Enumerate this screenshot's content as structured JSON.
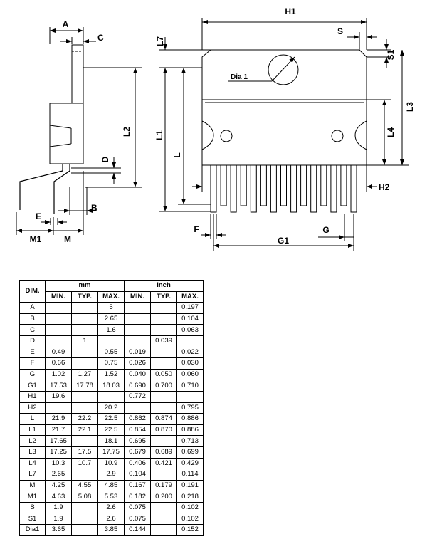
{
  "diagram": {
    "labels": {
      "A": "A",
      "C": "C",
      "L2": "L2",
      "D": "D",
      "E": "E",
      "B": "B",
      "M1": "M1",
      "M": "M",
      "L7": "L7",
      "H1": "H1",
      "S": "S",
      "S1": "S1",
      "Dia1": "Dia 1",
      "L1": "L1",
      "L": "L",
      "L3": "L3",
      "L4": "L4",
      "H2": "H2",
      "F": "F",
      "G1": "G1",
      "G": "G"
    }
  },
  "table": {
    "dim_header": "DIM.",
    "group_mm": "mm",
    "group_inch": "inch",
    "sub_headers": [
      "MIN.",
      "TYP.",
      "MAX.",
      "MIN.",
      "TYP.",
      "MAX."
    ],
    "rows": [
      [
        "A",
        "",
        "",
        "5",
        "",
        "",
        "0.197"
      ],
      [
        "B",
        "",
        "",
        "2.65",
        "",
        "",
        "0.104"
      ],
      [
        "C",
        "",
        "",
        "1.6",
        "",
        "",
        "0.063"
      ],
      [
        "D",
        "",
        "1",
        "",
        "",
        "0.039",
        ""
      ],
      [
        "E",
        "0.49",
        "",
        "0.55",
        "0.019",
        "",
        "0.022"
      ],
      [
        "F",
        "0.66",
        "",
        "0.75",
        "0.026",
        "",
        "0.030"
      ],
      [
        "G",
        "1.02",
        "1.27",
        "1.52",
        "0.040",
        "0.050",
        "0.060"
      ],
      [
        "G1",
        "17.53",
        "17.78",
        "18.03",
        "0.690",
        "0.700",
        "0.710"
      ],
      [
        "H1",
        "19.6",
        "",
        "",
        "0.772",
        "",
        ""
      ],
      [
        "H2",
        "",
        "",
        "20.2",
        "",
        "",
        "0.795"
      ],
      [
        "L",
        "21.9",
        "22.2",
        "22.5",
        "0.862",
        "0.874",
        "0.886"
      ],
      [
        "L1",
        "21.7",
        "22.1",
        "22.5",
        "0.854",
        "0.870",
        "0.886"
      ],
      [
        "L2",
        "17.65",
        "",
        "18.1",
        "0.695",
        "",
        "0.713"
      ],
      [
        "L3",
        "17.25",
        "17.5",
        "17.75",
        "0.679",
        "0.689",
        "0.699"
      ],
      [
        "L4",
        "10.3",
        "10.7",
        "10.9",
        "0.406",
        "0.421",
        "0.429"
      ],
      [
        "L7",
        "2.65",
        "",
        "2.9",
        "0.104",
        "",
        "0.114"
      ],
      [
        "M",
        "4.25",
        "4.55",
        "4.85",
        "0.167",
        "0.179",
        "0.191"
      ],
      [
        "M1",
        "4.63",
        "5.08",
        "5.53",
        "0.182",
        "0.200",
        "0.218"
      ],
      [
        "S",
        "1.9",
        "",
        "2.6",
        "0.075",
        "",
        "0.102"
      ],
      [
        "S1",
        "1.9",
        "",
        "2.6",
        "0.075",
        "",
        "0.102"
      ],
      [
        "Dia1",
        "3.65",
        "",
        "3.85",
        "0.144",
        "",
        "0.152"
      ]
    ]
  }
}
